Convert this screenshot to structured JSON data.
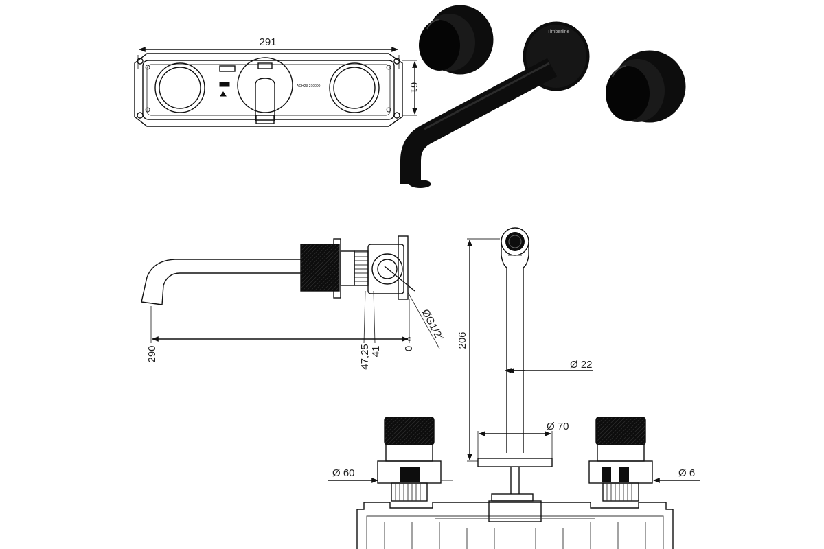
{
  "drawing": {
    "front_view": {
      "width_label": "291",
      "height_label": "61",
      "plate_text": "ACH23-210000"
    },
    "product_photo": {
      "brand_mark": "Timberline"
    },
    "side_view": {
      "projection_label": "290",
      "offset_label_1": "47,25",
      "offset_label_2": "41",
      "origin_label": "0",
      "thread_label": "ØG1/2\""
    },
    "section_view": {
      "height_label": "206",
      "spout_diameter_label": "Ø 22",
      "rosette_diameter_label": "Ø 70",
      "handle_left_diameter_label": "Ø 60",
      "handle_right_diameter_label": "Ø 6"
    }
  },
  "colors": {
    "line": "#111111",
    "finish": "#0d0d0d",
    "background": "#ffffff"
  }
}
